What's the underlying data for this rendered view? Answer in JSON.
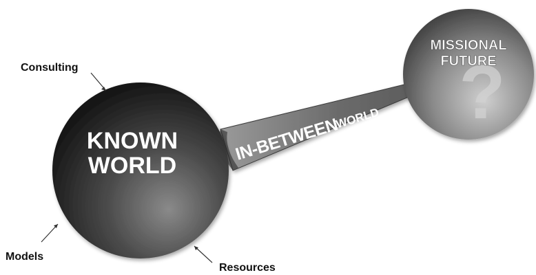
{
  "known_world": {
    "line1": "KNOWN",
    "line2": "WORLD"
  },
  "missional_future": {
    "line1": "MISSIONAL",
    "line2": "FUTURE",
    "glyph": "?"
  },
  "bridge": {
    "label_big": "IN-BETWEEN",
    "label_small": "WORLD"
  },
  "inputs": {
    "consulting": "Consulting",
    "models": "Models",
    "resources": "Resources"
  },
  "colors": {
    "known_sphere_dark": "#111111",
    "known_sphere_light": "#8a8a8a",
    "future_sphere_dark": "#4a4a4a",
    "future_sphere_light": "#c8c8c8",
    "arrow_fill": "#6e6e6e"
  }
}
